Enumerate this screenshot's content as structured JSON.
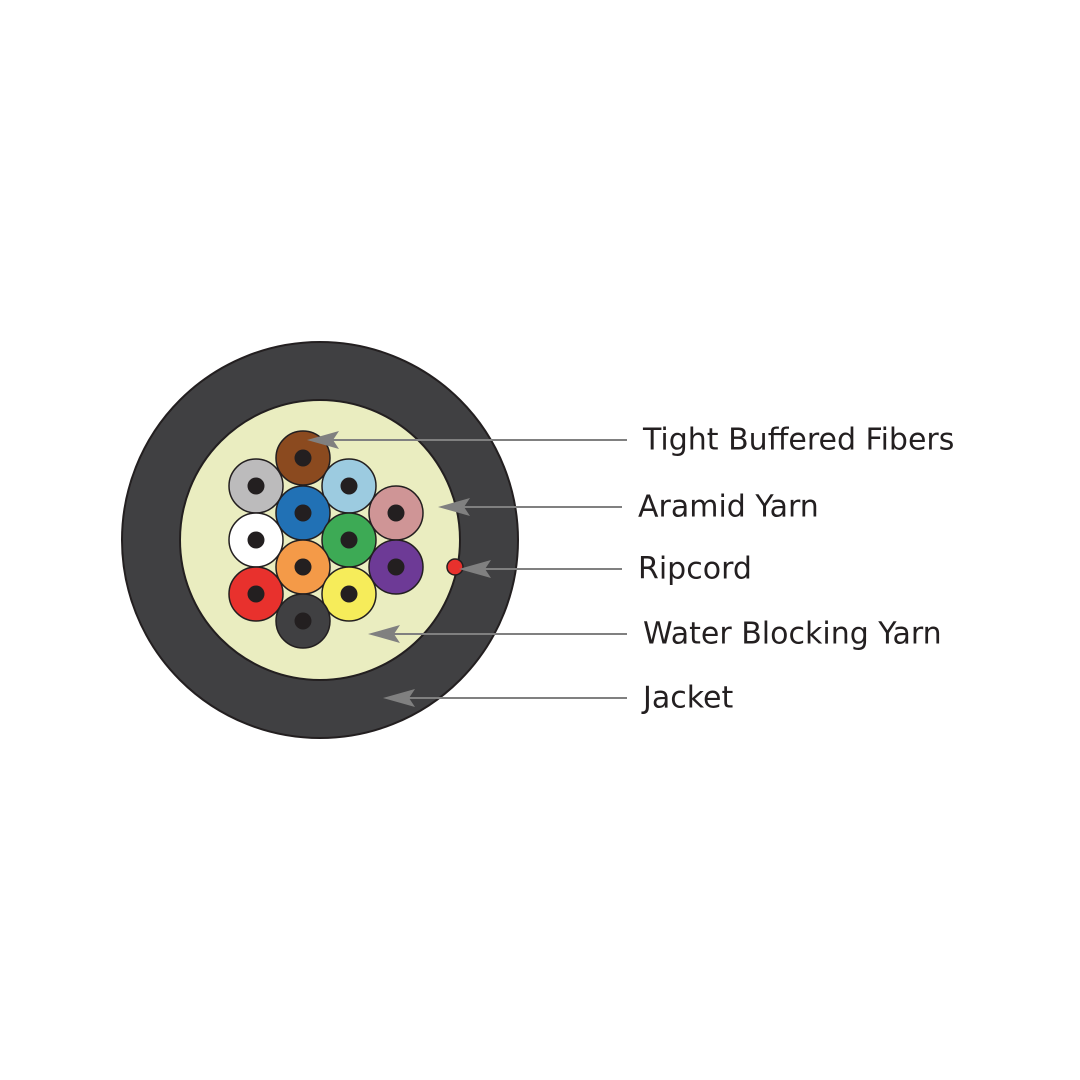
{
  "colors": {
    "jacket": "#404042",
    "outline": "#231f20",
    "aramid_yarn": "#eaedc0",
    "ripcord": "#e8312d",
    "fiber_core": "#231f20",
    "leader_line": "#808080",
    "label_text": "#231f20"
  },
  "fibers": [
    {
      "color": "#8b4a1f"
    },
    {
      "color": "#bcbbbc"
    },
    {
      "color": "#9ccbe0"
    },
    {
      "color": "#2171b5"
    },
    {
      "color": "#cf9596"
    },
    {
      "color": "#ffffff"
    },
    {
      "color": "#3daa55"
    },
    {
      "color": "#f49a48"
    },
    {
      "color": "#6d3a96"
    },
    {
      "color": "#e8312d"
    },
    {
      "color": "#f6ec5a"
    },
    {
      "color": "#404042"
    }
  ],
  "callouts": [
    {
      "label": "Tight Buffered Fibers",
      "points_to": "fiber"
    },
    {
      "label": "Aramid Yarn",
      "points_to": "aramid-yarn"
    },
    {
      "label": "Ripcord",
      "points_to": "ripcord"
    },
    {
      "label": "Water Blocking Yarn",
      "points_to": "water-blocking-yarn"
    },
    {
      "label": "Jacket",
      "points_to": "jacket"
    }
  ]
}
